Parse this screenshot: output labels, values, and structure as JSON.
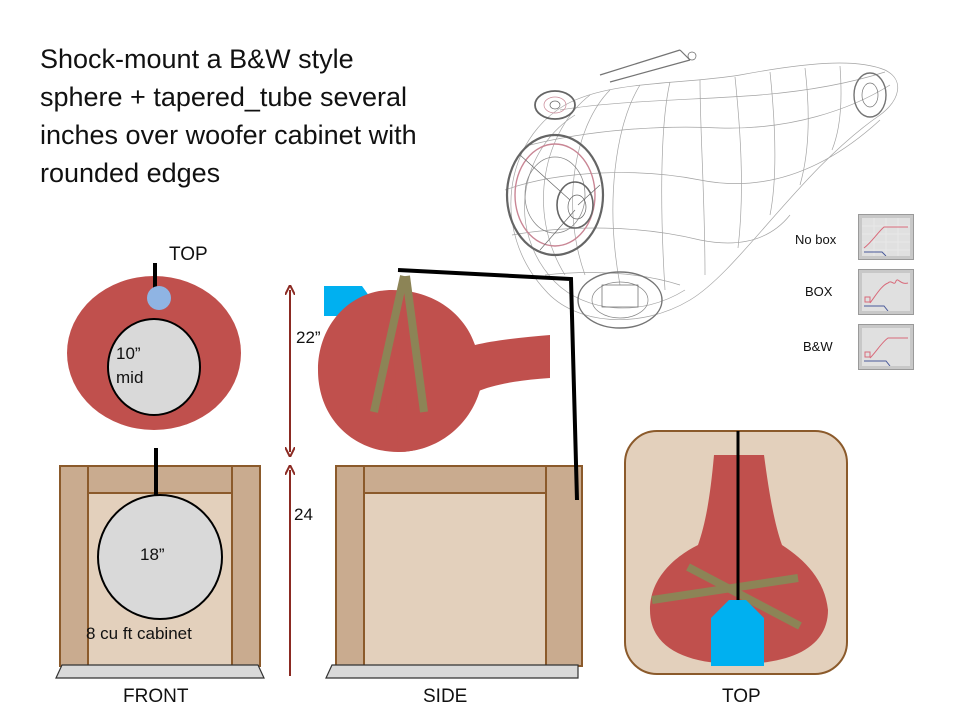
{
  "title_lines": [
    "Shock-mount a B&W style",
    "sphere + tapered_tube several",
    "inches over woofer cabinet with",
    "rounded edges"
  ],
  "views": {
    "front": "FRONT",
    "side": "SIDE",
    "top_bottom": "TOP",
    "top_upper": "TOP"
  },
  "dimensions": {
    "head_height": "22”",
    "cabinet_height": "24"
  },
  "mid_driver": {
    "size": "10”",
    "label": "mid"
  },
  "woofer": {
    "size": "18”"
  },
  "cabinet_label": "8 cu ft cabinet",
  "response_graphs": [
    {
      "label": "No box"
    },
    {
      "label": "BOX"
    },
    {
      "label": "B&W"
    }
  ],
  "colors": {
    "head_red": "#c0504d",
    "grey_driver": "#d9d9d9",
    "cabinet_fill": "#e3d0bc",
    "cabinet_panel": "#c9ab8f",
    "cabinet_border": "#8b5a2b",
    "strut": "#8c8456",
    "dimension_arrow": "#8b2a22",
    "mount_blue": "#00b0f0",
    "tweeter_blue": "#8fb4e3"
  }
}
